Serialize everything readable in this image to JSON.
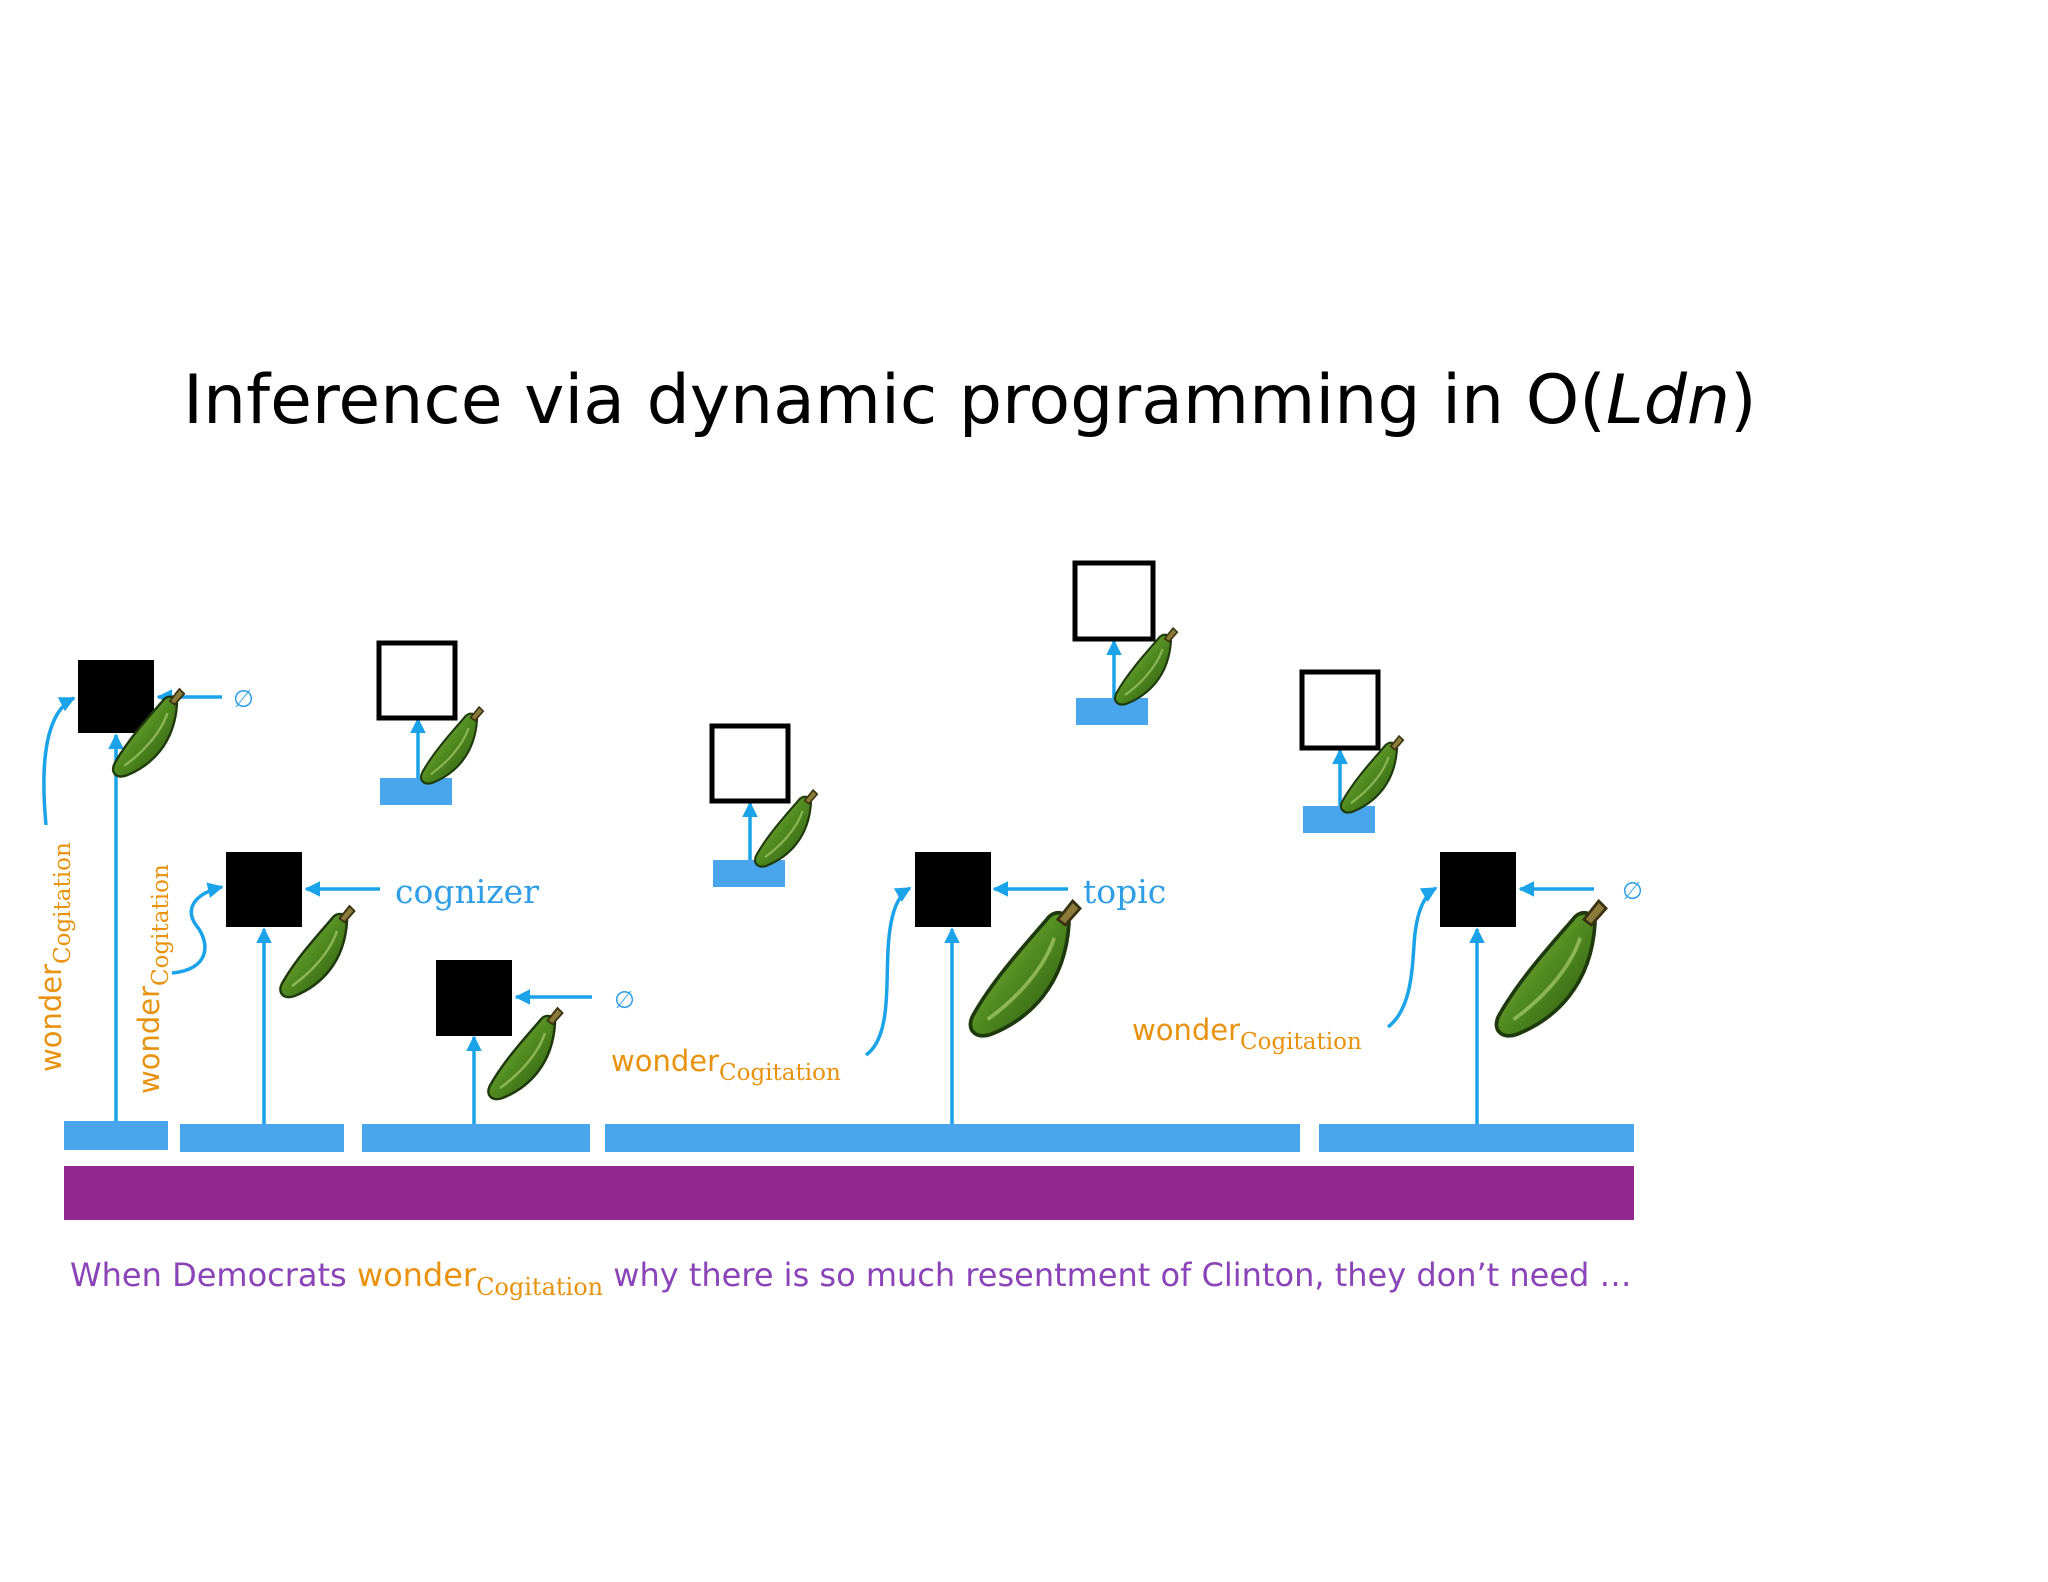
{
  "title": {
    "main": "Inference via dynamic programming in O(",
    "italic": "Ldn",
    "close": ")"
  },
  "role_labels": {
    "cognizer": "cognizer",
    "topic": "topic",
    "null_symbol": "∅"
  },
  "lexical_unit": {
    "word": "wonder",
    "frame": "Cogitation"
  },
  "sentence": {
    "before": "When Democrats",
    "target_word": "wonder",
    "target_frame": "Cogitation",
    "after": "why there is so much resentment of Clinton, they don’t need …"
  },
  "colors": {
    "span_bar": "#4AA6EC",
    "sentence_bar": "#92278F",
    "arrow": "#1AA3E8",
    "lexical_unit": "#E8920E",
    "sentence_text": "#8B44B8",
    "node_filled": "#000000",
    "node_empty": "#ffffff"
  },
  "icons": [
    "zucchini-icon"
  ]
}
